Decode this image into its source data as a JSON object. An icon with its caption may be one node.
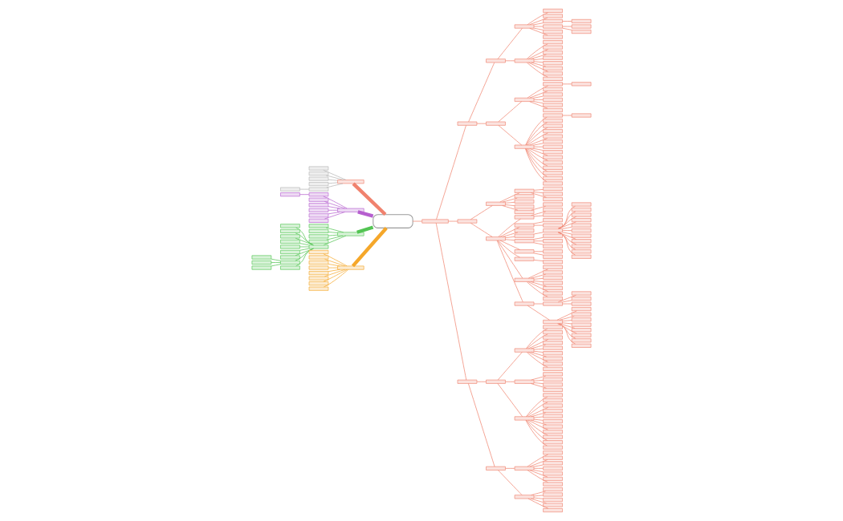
{
  "diagram": {
    "nodes": [
      {
        "text": [],
        "shape": "box"
      },
      {
        "text": [],
        "shape": "bar"
      },
      {
        "text": [],
        "shape": "bar"
      },
      {
        "text": [],
        "shape": "bar"
      },
      {
        "text": [],
        "shape": "bar"
      },
      {
        "text": [],
        "shape": "bar"
      },
      {
        "text": [],
        "shape": "bar"
      },
      {
        "text": [],
        "shape": "bar"
      },
      {
        "text": [],
        "shape": "bar"
      },
      {
        "text": [],
        "shape": "bar"
      },
      {
        "text": [],
        "shape": "bar"
      },
      {
        "text": [],
        "shape": "bar"
      },
      {
        "text": [],
        "shape": "bar"
      },
      {
        "text": [],
        "shape": "bar"
      },
      {
        "text": [],
        "shape": "bar"
      },
      {
        "text": [],
        "shape": "bar"
      },
      {
        "text": [],
        "shape": "bar"
      },
      {
        "text": [],
        "shape": "bar"
      },
      {
        "text": [],
        "shape": "bar"
      },
      {
        "text": [],
        "shape": "bar"
      },
      {
        "text": [],
        "shape": "bar"
      },
      {
        "text": [],
        "shape": "bar"
      },
      {
        "text": [],
        "shape": "bar"
      },
      {
        "text": [],
        "shape": "bar"
      },
      {
        "text": [],
        "shape": "bar"
      },
      {
        "text": [],
        "shape": "bar"
      },
      {
        "text": [],
        "shape": "bar"
      },
      {
        "text": [],
        "shape": "bar"
      },
      {
        "text": [],
        "shape": "bar"
      },
      {
        "text": [],
        "shape": "bar"
      },
      {
        "text": [],
        "shape": "bar"
      },
      {
        "text": [],
        "shape": "bar"
      },
      {
        "text": [],
        "shape": "bar"
      },
      {
        "text": [],
        "shape": "bar"
      },
      {
        "text": [],
        "shape": "bar"
      },
      {
        "text": [],
        "shape": "bar"
      },
      {
        "text": [],
        "shape": "bar"
      },
      {
        "text": [],
        "shape": "bar"
      },
      {
        "text": [],
        "shape": "bar"
      },
      {
        "text": [],
        "shape": "bar"
      },
      {
        "text": [],
        "shape": "bar"
      },
      {
        "text": [],
        "shape": "bar"
      },
      {
        "text": [],
        "shape": "bar"
      },
      {
        "text": [],
        "shape": "bar"
      },
      {
        "text": [],
        "shape": "bar"
      },
      {
        "text": [],
        "shape": "bar"
      },
      {
        "text": [],
        "shape": "bar"
      },
      {
        "text": [],
        "shape": "bar"
      },
      {
        "text": [],
        "shape": "bar"
      },
      {
        "text": [],
        "shape": "bar"
      },
      {
        "text": [],
        "shape": "bar"
      },
      {
        "text": [],
        "shape": "bar"
      },
      {
        "text": [],
        "shape": "bar"
      },
      {
        "text": [],
        "shape": "bar"
      },
      {
        "text": [],
        "shape": "bar"
      },
      {
        "text": [],
        "shape": "bar"
      },
      {
        "text": [],
        "shape": "bar"
      },
      {
        "text": [],
        "shape": "bar"
      },
      {
        "text": [],
        "shape": "bar"
      },
      {
        "text": [],
        "shape": "bar"
      },
      {
        "text": [],
        "shape": "bar"
      },
      {
        "text": [],
        "shape": "bar"
      },
      {
        "text": [],
        "shape": "bar"
      },
      {
        "text": [],
        "shape": "bar"
      },
      {
        "text": [],
        "shape": "bar"
      },
      {
        "text": [],
        "shape": "bar"
      },
      {
        "text": [],
        "shape": "bar"
      },
      {
        "text": [],
        "shape": "bar"
      },
      {
        "text": [],
        "shape": "bar"
      },
      {
        "text": [],
        "shape": "bar"
      },
      {
        "text": [],
        "shape": "bar"
      },
      {
        "text": [],
        "shape": "bar"
      },
      {
        "text": [],
        "shape": "bar"
      },
      {
        "text": [],
        "shape": "bar"
      },
      {
        "text": [],
        "shape": "bar"
      },
      {
        "text": [],
        "shape": "bar"
      },
      {
        "text": [],
        "shape": "bar"
      },
      {
        "text": [],
        "shape": "bar"
      },
      {
        "text": [],
        "shape": "bar"
      },
      {
        "text": [],
        "shape": "bar"
      },
      {
        "text": [],
        "shape": "bar"
      },
      {
        "text": [],
        "shape": "bar"
      },
      {
        "text": [],
        "shape": "bar"
      },
      {
        "text": [],
        "shape": "bar"
      },
      {
        "text": [],
        "shape": "bar"
      },
      {
        "text": [],
        "shape": "bar"
      },
      {
        "text": [],
        "shape": "bar"
      },
      {
        "text": [],
        "shape": "bar"
      },
      {
        "text": [],
        "shape": "bar"
      },
      {
        "text": [],
        "shape": "bar"
      },
      {
        "text": [],
        "shape": "bar"
      },
      {
        "text": [],
        "shape": "bar"
      },
      {
        "text": [],
        "shape": "bar"
      },
      {
        "text": [],
        "shape": "bar"
      },
      {
        "text": [],
        "shape": "bar"
      },
      {
        "text": [],
        "shape": "bar"
      },
      {
        "text": [],
        "shape": "bar"
      },
      {
        "text": [],
        "shape": "bar"
      },
      {
        "text": [],
        "shape": "bar"
      },
      {
        "text": [],
        "shape": "bar"
      },
      {
        "text": [],
        "shape": "bar"
      },
      {
        "text": [],
        "shape": "bar"
      },
      {
        "text": [],
        "shape": "bar"
      },
      {
        "text": [],
        "shape": "bar"
      },
      {
        "text": [],
        "shape": "bar"
      },
      {
        "text": [],
        "shape": "bar"
      },
      {
        "text": [],
        "shape": "bar"
      },
      {
        "text": [],
        "shape": "bar"
      },
      {
        "text": [],
        "shape": "bar"
      },
      {
        "text": [],
        "shape": "bar"
      },
      {
        "text": [],
        "shape": "bar"
      },
      {
        "text": [],
        "shape": "bar"
      },
      {
        "text": [],
        "shape": "bar"
      },
      {
        "text": [],
        "shape": "bar"
      },
      {
        "text": [],
        "shape": "bar"
      },
      {
        "text": [],
        "shape": "bar"
      },
      {
        "text": [],
        "shape": "bar"
      },
      {
        "text": [],
        "shape": "bar"
      },
      {
        "text": [],
        "shape": "bar"
      },
      {
        "text": [],
        "shape": "bar"
      },
      {
        "text": [],
        "shape": "bar"
      },
      {
        "text": [],
        "shape": "bar"
      },
      {
        "text": [],
        "shape": "bar"
      },
      {
        "text": [],
        "shape": "bar"
      },
      {
        "text": [],
        "shape": "bar"
      },
      {
        "text": [],
        "shape": "bar"
      },
      {
        "text": [],
        "shape": "bar"
      },
      {
        "text": [],
        "shape": "bar"
      },
      {
        "text": [],
        "shape": "bar"
      },
      {
        "text": [],
        "shape": "bar"
      },
      {
        "text": [],
        "shape": "bar"
      },
      {
        "text": [],
        "shape": "bar"
      },
      {
        "text": [],
        "shape": "bar"
      },
      {
        "text": [],
        "shape": "bar"
      },
      {
        "text": [],
        "shape": "bar"
      },
      {
        "text": [],
        "shape": "bar"
      },
      {
        "text": [],
        "shape": "bar"
      },
      {
        "text": [],
        "shape": "bar"
      },
      {
        "text": [],
        "shape": "bar"
      },
      {
        "text": [],
        "shape": "bar"
      },
      {
        "text": [],
        "shape": "bar"
      },
      {
        "text": [],
        "shape": "bar"
      },
      {
        "text": [],
        "shape": "bar"
      },
      {
        "text": [],
        "shape": "bar"
      },
      {
        "text": [],
        "shape": "bar"
      },
      {
        "text": [],
        "shape": "bar"
      },
      {
        "text": [],
        "shape": "bar"
      },
      {
        "text": [],
        "shape": "bar"
      },
      {
        "text": [],
        "shape": "bar"
      },
      {
        "text": [],
        "shape": "bar"
      },
      {
        "text": [],
        "shape": "bar"
      },
      {
        "text": [],
        "shape": "bar"
      },
      {
        "text": [],
        "shape": "bar"
      },
      {
        "text": [],
        "shape": "bar"
      },
      {
        "text": [],
        "shape": "bar"
      },
      {
        "text": [],
        "shape": "bar"
      },
      {
        "text": [],
        "shape": "bar"
      },
      {
        "text": [],
        "shape": "bar"
      },
      {
        "text": [],
        "shape": "bar"
      },
      {
        "text": [],
        "shape": "bar"
      },
      {
        "text": [],
        "shape": "bar"
      },
      {
        "text": [],
        "shape": "bar"
      },
      {
        "text": [],
        "shape": "bar"
      },
      {
        "text": [],
        "shape": "bar"
      },
      {
        "text": [],
        "shape": "bar"
      },
      {
        "text": [],
        "shape": "bar"
      },
      {
        "text": [],
        "shape": "bar"
      },
      {
        "text": [],
        "shape": "bar"
      },
      {
        "text": [],
        "shape": "bar"
      },
      {
        "text": [],
        "shape": "bar"
      },
      {
        "text": [],
        "shape": "bar"
      },
      {
        "text": [],
        "shape": "bar"
      },
      {
        "text": [],
        "shape": "bar"
      },
      {
        "text": [],
        "shape": "bar"
      },
      {
        "text": [],
        "shape": "bar"
      },
      {
        "text": [],
        "shape": "bar"
      },
      {
        "text": [],
        "shape": "bar"
      },
      {
        "text": [],
        "shape": "bar"
      },
      {
        "text": [],
        "shape": "bar"
      },
      {
        "text": [],
        "shape": "bar"
      },
      {
        "text": [],
        "shape": "bar"
      },
      {
        "text": [],
        "shape": "bar"
      },
      {
        "text": [],
        "shape": "bar"
      },
      {
        "text": [],
        "shape": "bar"
      },
      {
        "text": [],
        "shape": "bar"
      },
      {
        "text": [],
        "shape": "bar"
      },
      {
        "text": [],
        "shape": "bar"
      },
      {
        "text": [],
        "shape": "bar"
      },
      {
        "text": [],
        "shape": "bar"
      },
      {
        "text": [],
        "shape": "bar"
      },
      {
        "text": [],
        "shape": "bar"
      },
      {
        "text": [],
        "shape": "bar"
      },
      {
        "text": [],
        "shape": "bar"
      },
      {
        "text": [],
        "shape": "bar"
      },
      {
        "text": [],
        "shape": "bar"
      },
      {
        "text": [],
        "shape": "bar"
      },
      {
        "text": [],
        "shape": "bar"
      }
    ],
    "edges": [
      {
        "from": 0,
        "to": 1,
        "arrow": "none",
        "style": "thick"
      },
      {
        "from": 1,
        "to": 2,
        "arrow": "none",
        "color": "#b4b4b4"
      },
      {
        "from": 1,
        "to": 3,
        "arrow": "none",
        "color": "#b4b4b4"
      },
      {
        "from": 1,
        "to": 4,
        "arrow": "none",
        "color": "#b4b4b4"
      },
      {
        "from": 1,
        "to": 5,
        "arrow": "none",
        "color": "#b4b4b4"
      },
      {
        "from": 1,
        "to": 6,
        "arrow": "none",
        "color": "#b4b4b4"
      },
      {
        "from": 6,
        "to": 7,
        "arrow": "none",
        "color": "#b4b4b4"
      },
      {
        "from": 0,
        "to": 8,
        "arrow": "none",
        "style": "thick",
        "color": "#b65fcf"
      },
      {
        "from": 8,
        "to": 9,
        "arrow": "none",
        "color": "#b65fcf"
      },
      {
        "from": 9,
        "to": 10,
        "arrow": "none",
        "color": "#b65fcf"
      },
      {
        "from": 8,
        "to": 11,
        "arrow": "none",
        "color": "#b65fcf"
      },
      {
        "from": 8,
        "to": 12,
        "arrow": "none",
        "color": "#b65fcf"
      },
      {
        "from": 8,
        "to": 13,
        "arrow": "none",
        "color": "#b65fcf"
      },
      {
        "from": 8,
        "to": 14,
        "arrow": "none",
        "color": "#b65fcf"
      },
      {
        "from": 8,
        "to": 15,
        "arrow": "none",
        "color": "#b65fcf"
      },
      {
        "from": 0,
        "to": 16,
        "arrow": "none",
        "style": "thick",
        "color": "#52c452"
      },
      {
        "from": 16,
        "to": 17,
        "arrow": "none",
        "color": "#52c452"
      },
      {
        "from": 16,
        "to": 18,
        "arrow": "none",
        "color": "#52c452"
      },
      {
        "from": 16,
        "to": 19,
        "arrow": "none",
        "color": "#52c452"
      },
      {
        "from": 16,
        "to": 20,
        "arrow": "none",
        "color": "#52c452"
      },
      {
        "from": 16,
        "to": 21,
        "arrow": "none",
        "color": "#52c452"
      },
      {
        "from": 21,
        "to": 22,
        "arrow": "none",
        "color": "#52c452"
      },
      {
        "from": 21,
        "to": 23,
        "arrow": "none",
        "color": "#52c452"
      },
      {
        "from": 21,
        "to": 24,
        "arrow": "none",
        "color": "#52c452"
      },
      {
        "from": 21,
        "to": 25,
        "arrow": "none",
        "color": "#52c452"
      },
      {
        "from": 21,
        "to": 26,
        "arrow": "none",
        "color": "#52c452"
      },
      {
        "from": 21,
        "to": 27,
        "arrow": "none",
        "color": "#52c452"
      },
      {
        "from": 21,
        "to": 28,
        "arrow": "none",
        "color": "#52c452"
      },
      {
        "from": 21,
        "to": 29,
        "arrow": "none",
        "color": "#52c452"
      },
      {
        "from": 29,
        "to": 30,
        "arrow": "none",
        "color": "#52c452"
      },
      {
        "from": 29,
        "to": 31,
        "arrow": "none",
        "color": "#52c452"
      },
      {
        "from": 29,
        "to": 32,
        "arrow": "none",
        "color": "#52c452"
      },
      {
        "from": 21,
        "to": 33,
        "arrow": "none",
        "color": "#52c452"
      },
      {
        "from": 0,
        "to": 34,
        "arrow": "none",
        "style": "thick",
        "color": "#f5a72a"
      },
      {
        "from": 34,
        "to": 35,
        "arrow": "none",
        "color": "#f5a72a"
      },
      {
        "from": 34,
        "to": 36,
        "arrow": "none",
        "color": "#f5a72a"
      },
      {
        "from": 34,
        "to": 37,
        "arrow": "none",
        "color": "#f5a72a"
      },
      {
        "from": 34,
        "to": 38,
        "arrow": "none",
        "color": "#f5a72a"
      },
      {
        "from": 34,
        "to": 39,
        "arrow": "none",
        "color": "#f5a72a"
      },
      {
        "from": 34,
        "to": 40,
        "arrow": "none",
        "color": "#f5a72a"
      },
      {
        "from": 34,
        "to": 41,
        "arrow": "none",
        "color": "#f5a72a"
      },
      {
        "from": 34,
        "to": 42,
        "arrow": "none",
        "color": "#f5a72a"
      },
      {
        "from": 0,
        "to": 43,
        "arrow": "none"
      },
      {
        "from": 43,
        "to": 44,
        "arrow": "none"
      },
      {
        "from": 44,
        "to": 45,
        "arrow": "none"
      },
      {
        "from": 45,
        "to": 46,
        "arrow": "none"
      },
      {
        "from": 46,
        "to": 47,
        "arrow": "none"
      },
      {
        "from": 46,
        "to": 48,
        "arrow": "none"
      },
      {
        "from": 46,
        "to": 49,
        "arrow": "none"
      },
      {
        "from": 49,
        "to": 50,
        "arrow": "none"
      },
      {
        "from": 46,
        "to": 51,
        "arrow": "none"
      },
      {
        "from": 51,
        "to": 52,
        "arrow": "none"
      },
      {
        "from": 51,
        "to": 53,
        "arrow": "none"
      },
      {
        "from": 46,
        "to": 54,
        "arrow": "none"
      },
      {
        "from": 46,
        "to": 55,
        "arrow": "none"
      },
      {
        "from": 45,
        "to": 56,
        "arrow": "none"
      },
      {
        "from": 56,
        "to": 57,
        "arrow": "none"
      },
      {
        "from": 56,
        "to": 58,
        "arrow": "none"
      },
      {
        "from": 56,
        "to": 59,
        "arrow": "none"
      },
      {
        "from": 56,
        "to": 60,
        "arrow": "none"
      },
      {
        "from": 56,
        "to": 61,
        "arrow": "none"
      },
      {
        "from": 56,
        "to": 62,
        "arrow": "none"
      },
      {
        "from": 56,
        "to": 63,
        "arrow": "none"
      },
      {
        "from": 56,
        "to": 64,
        "arrow": "none"
      },
      {
        "from": 44,
        "to": 65,
        "arrow": "none"
      },
      {
        "from": 65,
        "to": 66,
        "arrow": "none"
      },
      {
        "from": 66,
        "to": 67,
        "arrow": "none"
      },
      {
        "from": 67,
        "to": 68,
        "arrow": "none"
      },
      {
        "from": 66,
        "to": 69,
        "arrow": "none"
      },
      {
        "from": 66,
        "to": 70,
        "arrow": "none"
      },
      {
        "from": 66,
        "to": 71,
        "arrow": "none"
      },
      {
        "from": 66,
        "to": 72,
        "arrow": "none"
      },
      {
        "from": 66,
        "to": 73,
        "arrow": "none"
      },
      {
        "from": 65,
        "to": 74,
        "arrow": "none"
      },
      {
        "from": 74,
        "to": 75,
        "arrow": "none"
      },
      {
        "from": 75,
        "to": 76,
        "arrow": "none"
      },
      {
        "from": 74,
        "to": 77,
        "arrow": "none"
      },
      {
        "from": 74,
        "to": 78,
        "arrow": "none"
      },
      {
        "from": 74,
        "to": 79,
        "arrow": "none"
      },
      {
        "from": 74,
        "to": 80,
        "arrow": "none"
      },
      {
        "from": 74,
        "to": 81,
        "arrow": "none"
      },
      {
        "from": 74,
        "to": 82,
        "arrow": "none"
      },
      {
        "from": 74,
        "to": 83,
        "arrow": "none"
      },
      {
        "from": 74,
        "to": 84,
        "arrow": "none"
      },
      {
        "from": 74,
        "to": 85,
        "arrow": "none"
      },
      {
        "from": 74,
        "to": 86,
        "arrow": "none"
      },
      {
        "from": 74,
        "to": 87,
        "arrow": "none"
      },
      {
        "from": 74,
        "to": 88,
        "arrow": "none"
      },
      {
        "from": 74,
        "to": 89,
        "arrow": "none"
      },
      {
        "from": 43,
        "to": 90,
        "arrow": "none"
      },
      {
        "from": 90,
        "to": 91,
        "arrow": "none"
      },
      {
        "from": 91,
        "to": 92,
        "arrow": "none"
      },
      {
        "from": 92,
        "to": 93,
        "arrow": "none"
      },
      {
        "from": 92,
        "to": 94,
        "arrow": "none"
      },
      {
        "from": 92,
        "to": 95,
        "arrow": "none"
      },
      {
        "from": 91,
        "to": 96,
        "arrow": "none"
      },
      {
        "from": 91,
        "to": 97,
        "arrow": "none"
      },
      {
        "from": 91,
        "to": 98,
        "arrow": "none"
      },
      {
        "from": 91,
        "to": 99,
        "arrow": "none"
      },
      {
        "from": 99,
        "to": 100,
        "arrow": "none"
      },
      {
        "from": 90,
        "to": 101,
        "arrow": "none"
      },
      {
        "from": 101,
        "to": 102,
        "arrow": "none"
      },
      {
        "from": 102,
        "to": 103,
        "arrow": "none"
      },
      {
        "from": 102,
        "to": 104,
        "arrow": "none"
      },
      {
        "from": 101,
        "to": 105,
        "arrow": "none"
      },
      {
        "from": 105,
        "to": 106,
        "arrow": "none"
      },
      {
        "from": 105,
        "to": 107,
        "arrow": "none"
      },
      {
        "from": 101,
        "to": 108,
        "arrow": "none"
      },
      {
        "from": 101,
        "to": 109,
        "arrow": "none"
      },
      {
        "from": 109,
        "to": 110,
        "arrow": "none"
      },
      {
        "from": 110,
        "to": 111,
        "arrow": "none"
      },
      {
        "from": 110,
        "to": 112,
        "arrow": "none"
      },
      {
        "from": 110,
        "to": 113,
        "arrow": "none"
      },
      {
        "from": 110,
        "to": 114,
        "arrow": "none"
      },
      {
        "from": 110,
        "to": 115,
        "arrow": "none"
      },
      {
        "from": 110,
        "to": 116,
        "arrow": "none"
      },
      {
        "from": 110,
        "to": 117,
        "arrow": "none"
      },
      {
        "from": 110,
        "to": 118,
        "arrow": "none"
      },
      {
        "from": 110,
        "to": 119,
        "arrow": "none"
      },
      {
        "from": 110,
        "to": 120,
        "arrow": "none"
      },
      {
        "from": 110,
        "to": 121,
        "arrow": "none"
      },
      {
        "from": 101,
        "to": 122,
        "arrow": "none"
      },
      {
        "from": 122,
        "to": 123,
        "arrow": "none"
      },
      {
        "from": 122,
        "to": 124,
        "arrow": "none"
      },
      {
        "from": 122,
        "to": 125,
        "arrow": "none"
      },
      {
        "from": 101,
        "to": 126,
        "arrow": "none"
      },
      {
        "from": 126,
        "to": 127,
        "arrow": "none"
      },
      {
        "from": 126,
        "to": 128,
        "arrow": "none"
      },
      {
        "from": 101,
        "to": 129,
        "arrow": "none"
      },
      {
        "from": 129,
        "to": 130,
        "arrow": "none"
      },
      {
        "from": 101,
        "to": 131,
        "arrow": "none"
      },
      {
        "from": 131,
        "to": 132,
        "arrow": "none"
      },
      {
        "from": 131,
        "to": 133,
        "arrow": "none"
      },
      {
        "from": 131,
        "to": 134,
        "arrow": "none"
      },
      {
        "from": 131,
        "to": 135,
        "arrow": "none"
      },
      {
        "from": 131,
        "to": 136,
        "arrow": "none"
      },
      {
        "from": 131,
        "to": 137,
        "arrow": "none"
      },
      {
        "from": 131,
        "to": 138,
        "arrow": "none"
      },
      {
        "from": 101,
        "to": 139,
        "arrow": "none"
      },
      {
        "from": 139,
        "to": 140,
        "arrow": "none"
      },
      {
        "from": 140,
        "to": 141,
        "arrow": "none"
      },
      {
        "from": 140,
        "to": 142,
        "arrow": "none"
      },
      {
        "from": 140,
        "to": 143,
        "arrow": "none"
      },
      {
        "from": 139,
        "to": 144,
        "arrow": "none"
      },
      {
        "from": 144,
        "to": 145,
        "arrow": "none"
      },
      {
        "from": 144,
        "to": 146,
        "arrow": "none"
      },
      {
        "from": 144,
        "to": 147,
        "arrow": "none"
      },
      {
        "from": 144,
        "to": 148,
        "arrow": "none"
      },
      {
        "from": 144,
        "to": 149,
        "arrow": "none"
      },
      {
        "from": 144,
        "to": 150,
        "arrow": "none"
      },
      {
        "from": 144,
        "to": 151,
        "arrow": "none"
      },
      {
        "from": 144,
        "to": 152,
        "arrow": "none"
      },
      {
        "from": 43,
        "to": 153,
        "arrow": "none"
      },
      {
        "from": 153,
        "to": 154,
        "arrow": "none"
      },
      {
        "from": 154,
        "to": 155,
        "arrow": "none"
      },
      {
        "from": 155,
        "to": 156,
        "arrow": "none"
      },
      {
        "from": 155,
        "to": 157,
        "arrow": "none"
      },
      {
        "from": 155,
        "to": 158,
        "arrow": "none"
      },
      {
        "from": 155,
        "to": 159,
        "arrow": "none"
      },
      {
        "from": 155,
        "to": 160,
        "arrow": "none"
      },
      {
        "from": 155,
        "to": 161,
        "arrow": "none"
      },
      {
        "from": 155,
        "to": 162,
        "arrow": "none"
      },
      {
        "from": 155,
        "to": 163,
        "arrow": "none"
      },
      {
        "from": 155,
        "to": 164,
        "arrow": "none"
      },
      {
        "from": 154,
        "to": 165,
        "arrow": "none"
      },
      {
        "from": 165,
        "to": 166,
        "arrow": "none"
      },
      {
        "from": 165,
        "to": 167,
        "arrow": "none"
      },
      {
        "from": 165,
        "to": 168,
        "arrow": "none"
      },
      {
        "from": 165,
        "to": 169,
        "arrow": "none"
      },
      {
        "from": 154,
        "to": 170,
        "arrow": "none"
      },
      {
        "from": 170,
        "to": 171,
        "arrow": "none"
      },
      {
        "from": 170,
        "to": 172,
        "arrow": "none"
      },
      {
        "from": 170,
        "to": 173,
        "arrow": "none"
      },
      {
        "from": 170,
        "to": 174,
        "arrow": "none"
      },
      {
        "from": 170,
        "to": 175,
        "arrow": "none"
      },
      {
        "from": 170,
        "to": 176,
        "arrow": "none"
      },
      {
        "from": 170,
        "to": 177,
        "arrow": "none"
      },
      {
        "from": 170,
        "to": 178,
        "arrow": "none"
      },
      {
        "from": 170,
        "to": 179,
        "arrow": "none"
      },
      {
        "from": 170,
        "to": 180,
        "arrow": "none"
      },
      {
        "from": 170,
        "to": 181,
        "arrow": "none"
      },
      {
        "from": 153,
        "to": 182,
        "arrow": "none"
      },
      {
        "from": 182,
        "to": 183,
        "arrow": "none"
      },
      {
        "from": 183,
        "to": 184,
        "arrow": "none"
      },
      {
        "from": 183,
        "to": 185,
        "arrow": "none"
      },
      {
        "from": 183,
        "to": 186,
        "arrow": "none"
      },
      {
        "from": 183,
        "to": 187,
        "arrow": "none"
      },
      {
        "from": 183,
        "to": 188,
        "arrow": "none"
      },
      {
        "from": 183,
        "to": 189,
        "arrow": "none"
      },
      {
        "from": 183,
        "to": 190,
        "arrow": "none"
      },
      {
        "from": 182,
        "to": 191,
        "arrow": "none"
      },
      {
        "from": 191,
        "to": 192,
        "arrow": "none"
      },
      {
        "from": 191,
        "to": 193,
        "arrow": "none"
      },
      {
        "from": 191,
        "to": 194,
        "arrow": "none"
      },
      {
        "from": 191,
        "to": 195,
        "arrow": "none"
      },
      {
        "from": 191,
        "to": 196,
        "arrow": "none"
      }
    ]
  }
}
